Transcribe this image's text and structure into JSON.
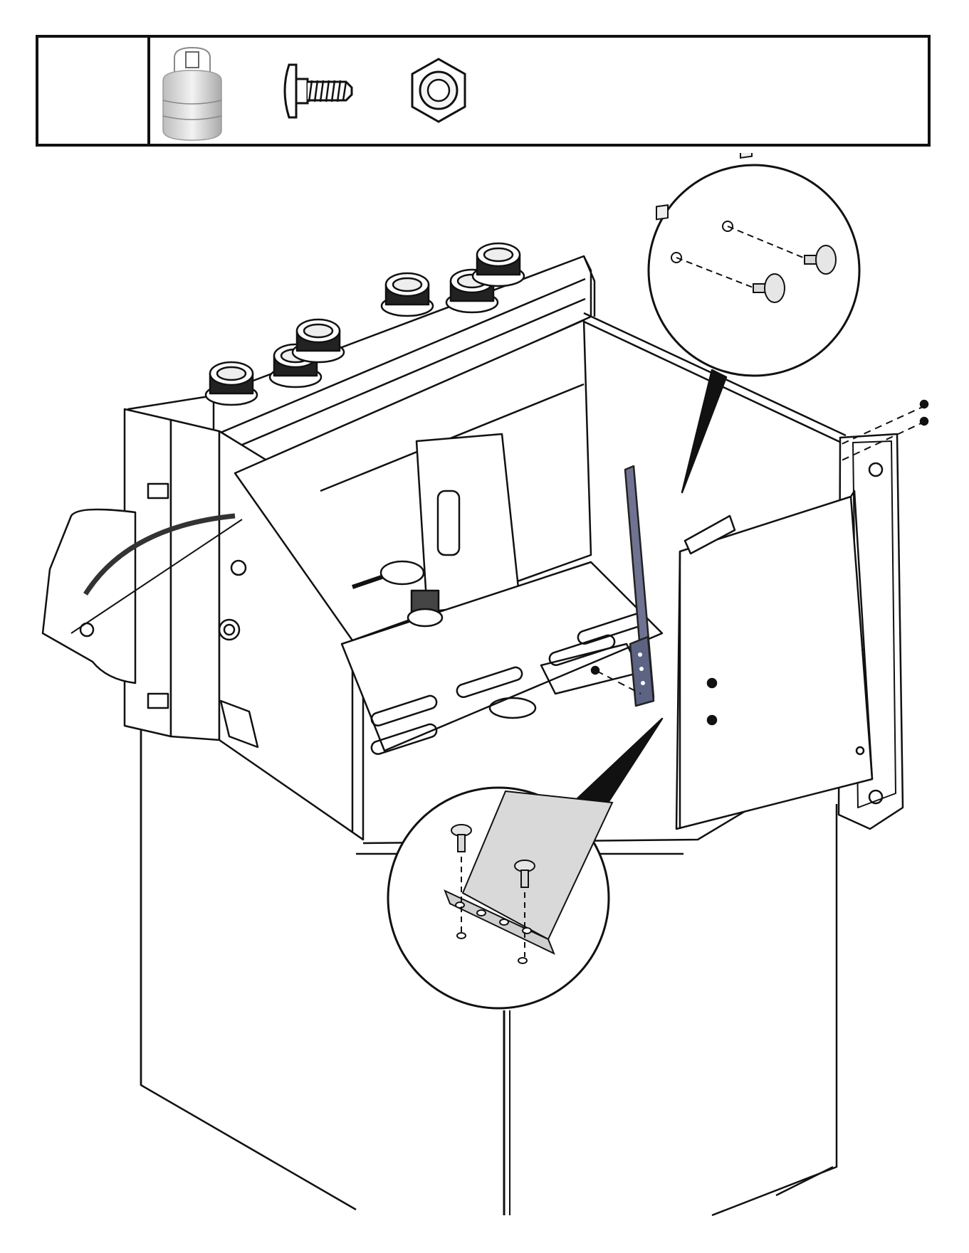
{
  "parts": [
    {
      "id": "propane-tank",
      "icon": "propane-tank-icon"
    },
    {
      "id": "screw",
      "icon": "screw-icon"
    },
    {
      "id": "hex-nut",
      "icon": "hex-nut-icon"
    }
  ],
  "colors": {
    "line": "#111111",
    "panel": "#ffffff",
    "bracket_gray": "#d9d9d9",
    "strap_blue": "#6f7391",
    "tank_gray": "#c9c9c9"
  }
}
